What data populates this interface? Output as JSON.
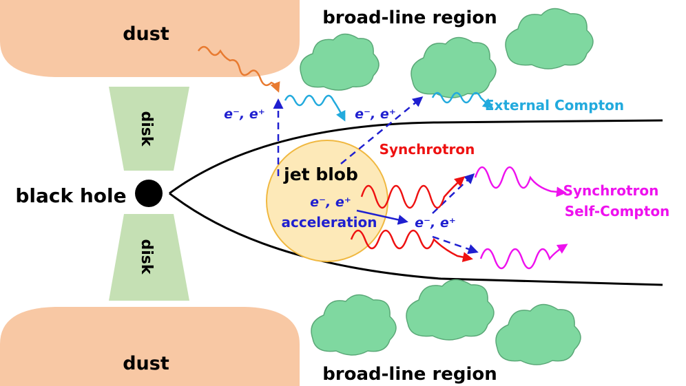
{
  "labels": {
    "dust_top": "dust",
    "dust_bottom": "dust",
    "disk_top": "disk",
    "disk_bottom": "disk",
    "black_hole": "black hole",
    "blr_top": "broad-line region",
    "blr_bottom": "broad-line region",
    "jet_blob": "jet blob",
    "pair_in_blob": "e⁻, e⁺",
    "acceleration": "acceleration",
    "pair_left": "e⁻, e⁺",
    "pair_mid": "e⁻, e⁺",
    "pair_right": "e⁻, e⁺",
    "synchrotron": "Synchrotron",
    "external_compton": "External Compton",
    "ssc_line1": "Synchrotron",
    "ssc_line2": "Self-Compton"
  },
  "colors": {
    "dust": "#f8c8a4",
    "disk": "#c5e0b4",
    "cloud": "#7fd8a0",
    "cloud_stroke": "#5aa877",
    "blob_fill": "#fde9b8",
    "blob_stroke": "#f0b840",
    "electron": "#1f1fd0",
    "synchrotron": "#ee1111",
    "external_compton": "#22aadd",
    "ssc": "#ee11ee",
    "dust_photon": "#e87a30",
    "jet_line": "#000000"
  }
}
